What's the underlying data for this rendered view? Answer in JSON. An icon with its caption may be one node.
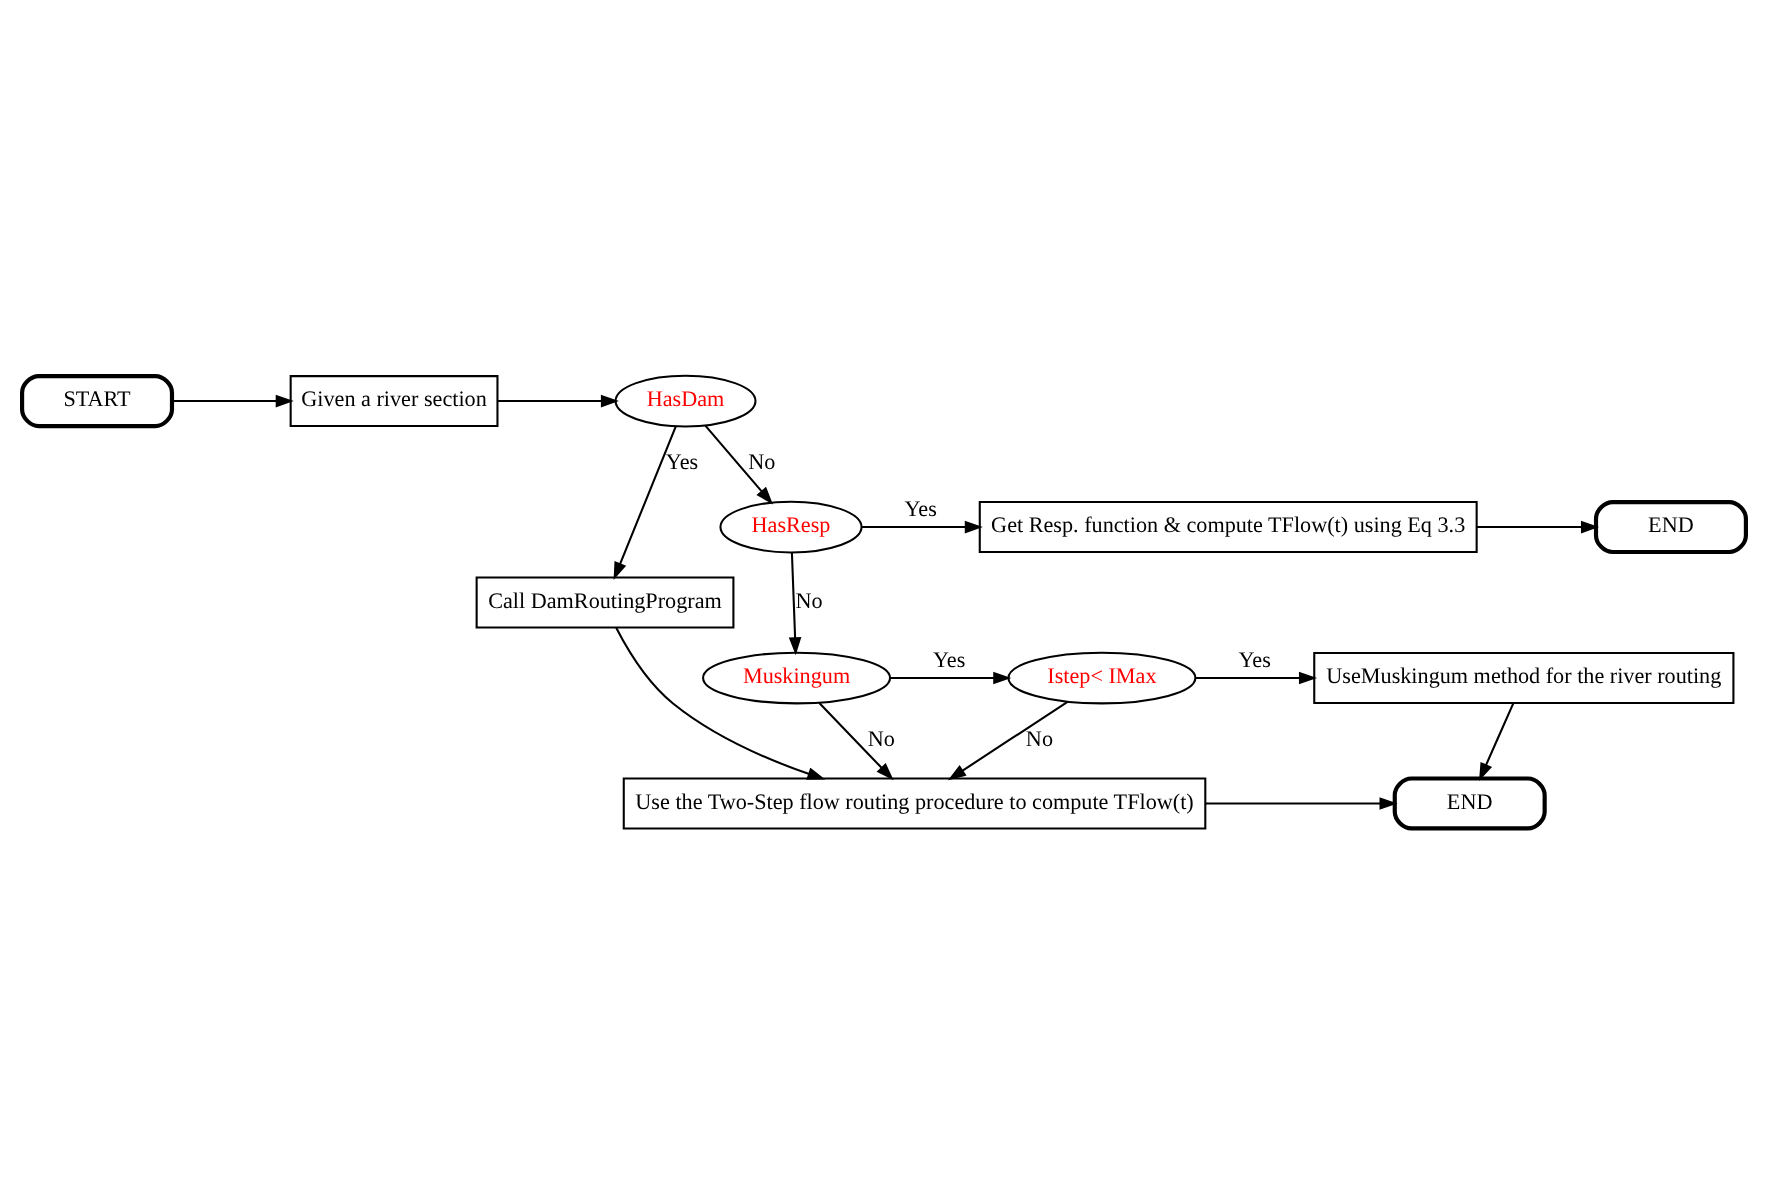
{
  "diagram": {
    "nodes": [
      {
        "text": [
          "START"
        ]
      },
      {
        "text": [
          "Given a river section"
        ]
      },
      {
        "text": [
          "HasDam"
        ]
      },
      {
        "text": [
          "Call DamRoutingProgram"
        ]
      },
      {
        "text": [
          "HasResp"
        ]
      },
      {
        "text": [
          "Get Resp. function & compute TFlow(t) using Eq 3.3"
        ]
      },
      {
        "text": [
          "END"
        ]
      },
      {
        "text": [
          "Muskingum"
        ]
      },
      {
        "text": [
          "Istep< IMax"
        ]
      },
      {
        "text": [
          "UseMuskingum method for the river routing"
        ]
      },
      {
        "text": [
          "Use the Two-Step flow routing procedure to compute TFlow(t)"
        ]
      },
      {
        "text": [
          "END"
        ]
      }
    ],
    "edges": [
      {
        "from": 0,
        "to": 1,
        "arrow": "to"
      },
      {
        "from": 1,
        "to": 2,
        "arrow": "to"
      },
      {
        "from": 2,
        "to": 3,
        "arrow": "to",
        "label": "Yes"
      },
      {
        "from": 2,
        "to": 4,
        "arrow": "to",
        "label": "No"
      },
      {
        "from": 4,
        "to": 5,
        "arrow": "to",
        "label": "Yes"
      },
      {
        "from": 5,
        "to": 6,
        "arrow": "to"
      },
      {
        "from": 4,
        "to": 7,
        "arrow": "to",
        "label": "No"
      },
      {
        "from": 7,
        "to": 8,
        "arrow": "to",
        "label": "Yes"
      },
      {
        "from": 8,
        "to": 9,
        "arrow": "to",
        "label": "Yes"
      },
      {
        "from": 7,
        "to": 10,
        "arrow": "to",
        "label": "No"
      },
      {
        "from": 8,
        "to": 10,
        "arrow": "to",
        "label": "No"
      },
      {
        "from": 3,
        "to": 10,
        "arrow": "to"
      },
      {
        "from": 9,
        "to": 11,
        "arrow": "to"
      },
      {
        "from": 10,
        "to": 11,
        "arrow": "to"
      }
    ]
  }
}
